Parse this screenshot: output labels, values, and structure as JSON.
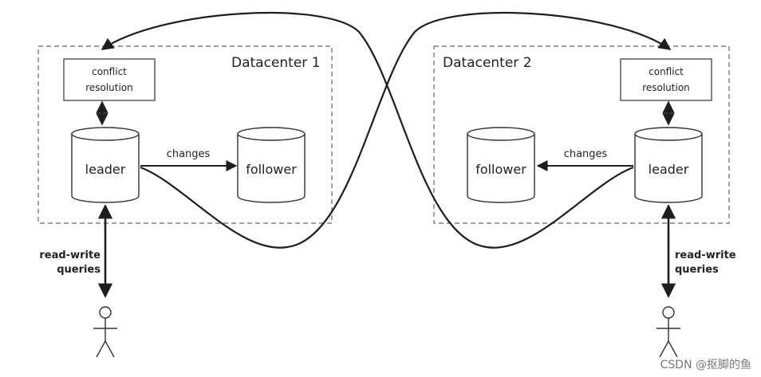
{
  "datacenters": [
    {
      "title": "Datacenter 1",
      "conflict_box": [
        "conflict",
        "resolution"
      ],
      "leader": "leader",
      "follower": "follower",
      "changes": "changes",
      "queries": [
        "read-write",
        "queries"
      ]
    },
    {
      "title": "Datacenter 2",
      "conflict_box": [
        "conflict",
        "resolution"
      ],
      "leader": "leader",
      "follower": "follower",
      "changes": "changes",
      "queries": [
        "read-write",
        "queries"
      ]
    }
  ],
  "watermark": "CSDN @抠脚的鱼",
  "colors": {
    "line": "#1e1e1e",
    "dashed_border": "#666666",
    "watermark": "#777777"
  }
}
